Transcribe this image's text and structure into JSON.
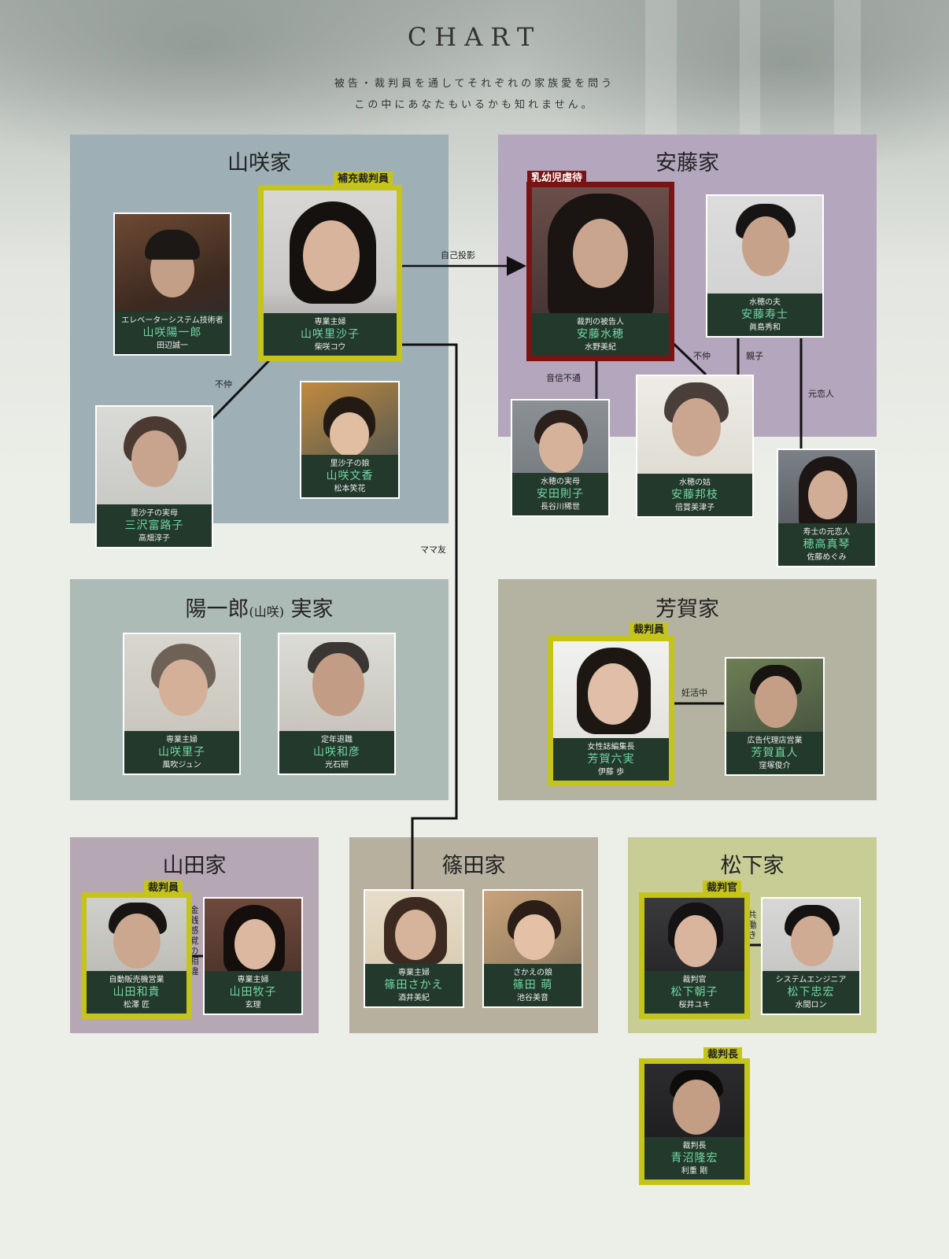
{
  "header": {
    "title": "CHART",
    "subtitle_line1": "被告・裁判員を通してそれぞれの家族愛を問う",
    "subtitle_line2": "この中にあなたもいるかも知れません。"
  },
  "families": {
    "yamasaki": "山咲家",
    "ando": "安藤家",
    "yoichiro_pre": "陽一郎",
    "yoichiro_small": "(山咲)",
    "yoichiro_post": "実家",
    "haga": "芳賀家",
    "yamada": "山田家",
    "shinoda": "篠田家",
    "matsushita": "松下家"
  },
  "tags": {
    "hojyu": "補充裁判員",
    "nyuyoji": "乳幼児虐待",
    "saibanin_haga": "裁判員",
    "saibanin_yamada": "裁判員",
    "saibankan": "裁判官",
    "saibancho": "裁判長"
  },
  "relations": {
    "jiko": "自己投影",
    "funaka1": "不仲",
    "onshin": "音信不通",
    "funaka2": "不仲",
    "oyako": "親子",
    "motokoibito": "元恋人",
    "mamatomo": "ママ友",
    "ninkatsu": "妊活中",
    "kinsen": "金銭感覚の相違",
    "tomobataraki": "共働き"
  },
  "people": {
    "yoichiro": {
      "role": "エレベーターシステム技術者",
      "name": "山咲陽一郎",
      "actor": "田辺誠一"
    },
    "risako": {
      "role": "専業主婦",
      "name": "山咲里沙子",
      "actor": "柴咲コウ"
    },
    "tomiko": {
      "role": "里沙子の実母",
      "name": "三沢富路子",
      "actor": "高畑淳子"
    },
    "fumika": {
      "role": "里沙子の娘",
      "name": "山咲文香",
      "actor": "松本笑花"
    },
    "mizuho": {
      "role": "裁判の被告人",
      "name": "安藤水穂",
      "actor": "水野美紀"
    },
    "hisashi": {
      "role": "水穂の夫",
      "name": "安藤寿士",
      "actor": "眞島秀和"
    },
    "noriko": {
      "role": "水穂の実母",
      "name": "安田則子",
      "actor": "長谷川稀世"
    },
    "kunie": {
      "role": "水穂の姑",
      "name": "安藤邦枝",
      "actor": "倍賞美津子"
    },
    "makoto": {
      "role": "寿士の元恋人",
      "name": "穂高真琴",
      "actor": "佐藤めぐみ"
    },
    "satoko": {
      "role": "専業主婦",
      "name": "山咲里子",
      "actor": "風吹ジュン"
    },
    "kazuhiko": {
      "role": "定年退職",
      "name": "山咲和彦",
      "actor": "光石研"
    },
    "mumi": {
      "role": "女性誌編集長",
      "name": "芳賀六実",
      "actor": "伊藤 歩"
    },
    "naoto": {
      "role": "広告代理店営業",
      "name": "芳賀直人",
      "actor": "窪塚俊介"
    },
    "kazuki": {
      "role": "自動販売機営業",
      "name": "山田和貴",
      "actor": "松澤 匠"
    },
    "makiko": {
      "role": "専業主婦",
      "name": "山田牧子",
      "actor": "玄理"
    },
    "sakae": {
      "role": "専業主婦",
      "name": "篠田さかえ",
      "actor": "酒井美紀"
    },
    "moe": {
      "role": "さかえの娘",
      "name": "篠田 萌",
      "actor": "池谷美音"
    },
    "asako": {
      "role": "裁判官",
      "name": "松下朝子",
      "actor": "桜井ユキ"
    },
    "tadahiro": {
      "role": "システムエンジニア",
      "name": "松下忠宏",
      "actor": "水間ロン"
    },
    "takahiro": {
      "role": "裁判長",
      "name": "青沼隆宏",
      "actor": "利重 剛"
    }
  },
  "colors": {
    "yamasaki_bg": "#9eb0b5",
    "ando_bg": "#b3a6bd",
    "yoichiro_bg": "#adbbb7",
    "haga_bg": "#b4b3a2",
    "yamada_bg": "#b6a7b5",
    "shinoda_bg": "#b7b09e",
    "matsushita_bg": "#c8cd95",
    "highlight": "#c4c41b",
    "defendant": "#7a1414",
    "label_bg": "#22392b",
    "name_text": "#73d6a6"
  }
}
